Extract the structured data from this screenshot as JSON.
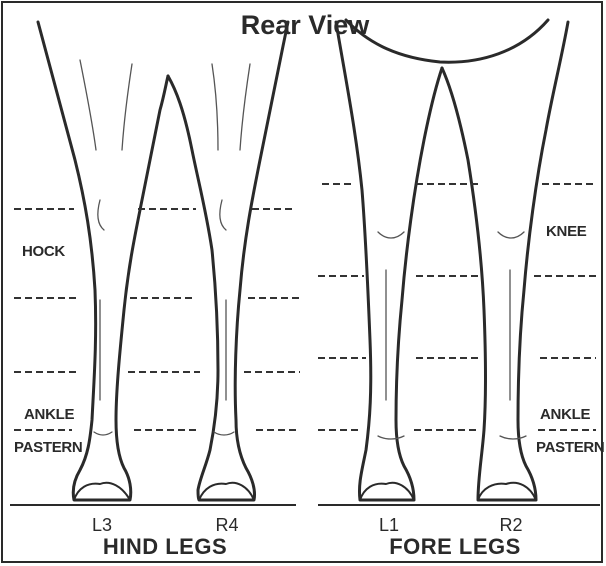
{
  "title": "Rear View",
  "hind": {
    "group_label": "HIND LEGS",
    "left_code": "L3",
    "right_code": "R4",
    "labels": {
      "hock": "HOCK",
      "ankle": "ANKLE",
      "pastern": "PASTERN"
    }
  },
  "fore": {
    "group_label": "FORE LEGS",
    "left_code": "L1",
    "right_code": "R2",
    "labels": {
      "knee": "KNEE",
      "ankle": "ANKLE",
      "pastern": "PASTERN"
    }
  },
  "colors": {
    "ink": "#2a2a2a",
    "background": "#ffffff"
  }
}
